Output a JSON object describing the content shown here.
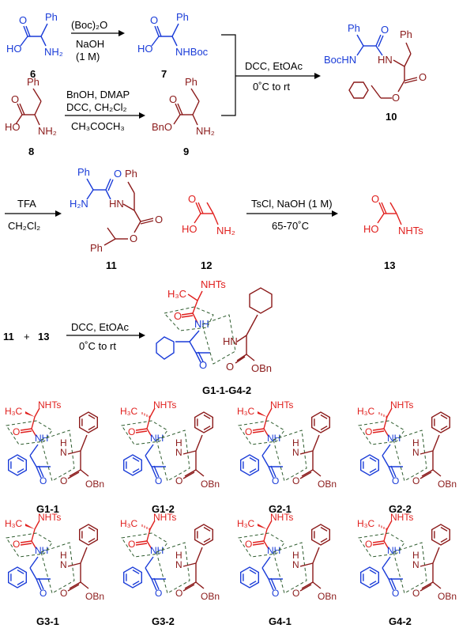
{
  "reaction1": {
    "reagent_top": "(Boc)₂O",
    "reagent_bottom_1": "NaOH",
    "reagent_bottom_2": "(1 M)"
  },
  "reaction2": {
    "reagent_top_1": "BnOH, DMAP",
    "reagent_top_2": "DCC, CH₂Cl₂",
    "reagent_bottom": "CH₃COCH₃"
  },
  "reaction3": {
    "reagent_top": "DCC, EtOAc",
    "reagent_bottom": "0˚C to rt"
  },
  "reaction4": {
    "reagent_top": "TFA",
    "reagent_bottom": "CH₂Cl₂"
  },
  "reaction5": {
    "reagent_top": "TsCl, NaOH (1 M)",
    "reagent_bottom": "65-70˚C"
  },
  "reaction6": {
    "lhs_a": "11",
    "plus": "+",
    "lhs_b": "13",
    "reagent_top": "DCC, EtOAc",
    "reagent_bottom": "0˚C to rt",
    "product_label": "G1-1-G4-2"
  },
  "atoms": {
    "Ph": "Ph",
    "HO": "HO",
    "NH2": "NH₂",
    "NHBoc": "NHBoc",
    "BnO": "BnO",
    "BocHN": "BocHN",
    "HN": "HN",
    "H2N": "H₂N",
    "O": "O",
    "NHTs": "NHTs",
    "NH": "NH",
    "H": "H",
    "N": "N",
    "OBn": "OBn",
    "H3C": "H₃C"
  },
  "compounds": {
    "c6": "6",
    "c7": "7",
    "c8": "8",
    "c9": "9",
    "c10": "10",
    "c11": "11",
    "c12": "12",
    "c13": "13"
  },
  "isomers": [
    "G1-1",
    "G1-2",
    "G2-1",
    "G2-2",
    "G3-1",
    "G3-2",
    "G4-1",
    "G4-2"
  ],
  "colors": {
    "phenylglycine": "#1a3cd8",
    "alanine": "#e0201e",
    "phenylalanine": "#8b1a1a",
    "box": "#2e5c2e"
  }
}
